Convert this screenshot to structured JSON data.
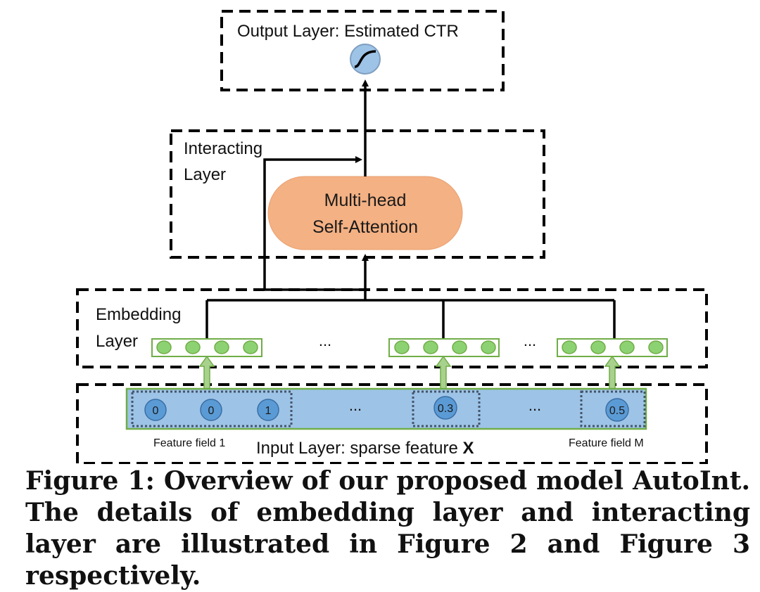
{
  "output_layer": {
    "label": "Output Layer: Estimated CTR",
    "icon": "sigmoid-icon"
  },
  "interacting_layer": {
    "label_line1": "Interacting",
    "label_line2": "Layer"
  },
  "attention_block": {
    "line1": "Multi-head",
    "line2": "Self-Attention",
    "fill": "#F4B183"
  },
  "embedding_layer": {
    "label_line1": "Embedding",
    "label_line2": "Layer",
    "ellipsis_1": "...",
    "ellipsis_2": "..."
  },
  "input_layer": {
    "label_prefix": "Input Layer: sparse feature ",
    "label_var": "X",
    "values": [
      "0",
      "0",
      "1",
      "0.3",
      "0.5"
    ],
    "ellipsis_1": "...",
    "ellipsis_2": "...",
    "field_first": "Feature field 1",
    "field_last": "Feature field M"
  },
  "colors": {
    "input_bar": "#9DC3E6",
    "input_node": "#5B9BD5",
    "embed_node": "#8DD272",
    "embed_border": "#70AD47"
  },
  "caption": "Figure 1: Overview of our proposed model AutoInt. The details of embedding layer and interacting layer are illustrated in Figure 2 and Figure 3 respectively."
}
